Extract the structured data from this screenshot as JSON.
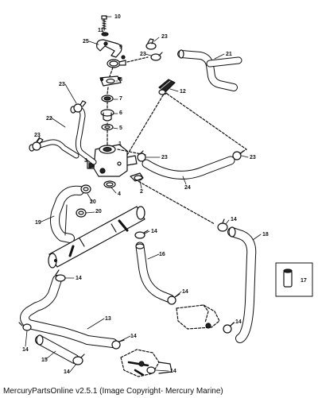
{
  "caption": "MercuryPartsOnline v2.5.1 (Image Copyright- Mercury Marine)",
  "part_labels": {
    "p1": "1",
    "p2": "2",
    "p3": "3",
    "p4": "4",
    "p5": "5",
    "p6": "6",
    "p7": "7",
    "p8": "8",
    "p9": "9",
    "p10": "10",
    "p11": "11",
    "p12": "12",
    "p13": "13",
    "p14a": "14",
    "p14b": "14",
    "p14c": "14",
    "p14d": "14",
    "p14e": "14",
    "p14f": "14",
    "p14g": "14",
    "p14h": "14",
    "p14i": "14",
    "p15": "15",
    "p16": "16",
    "p17": "17",
    "p18": "18",
    "p19": "19",
    "p20a": "20",
    "p20b": "20",
    "p21": "21",
    "p22": "22",
    "p23a": "23",
    "p23b": "23",
    "p23c": "23",
    "p23d": "23",
    "p23e": "23",
    "p23f": "23",
    "p24": "24",
    "p25": "25"
  },
  "colors": {
    "line": "#111111",
    "background": "#ffffff"
  }
}
